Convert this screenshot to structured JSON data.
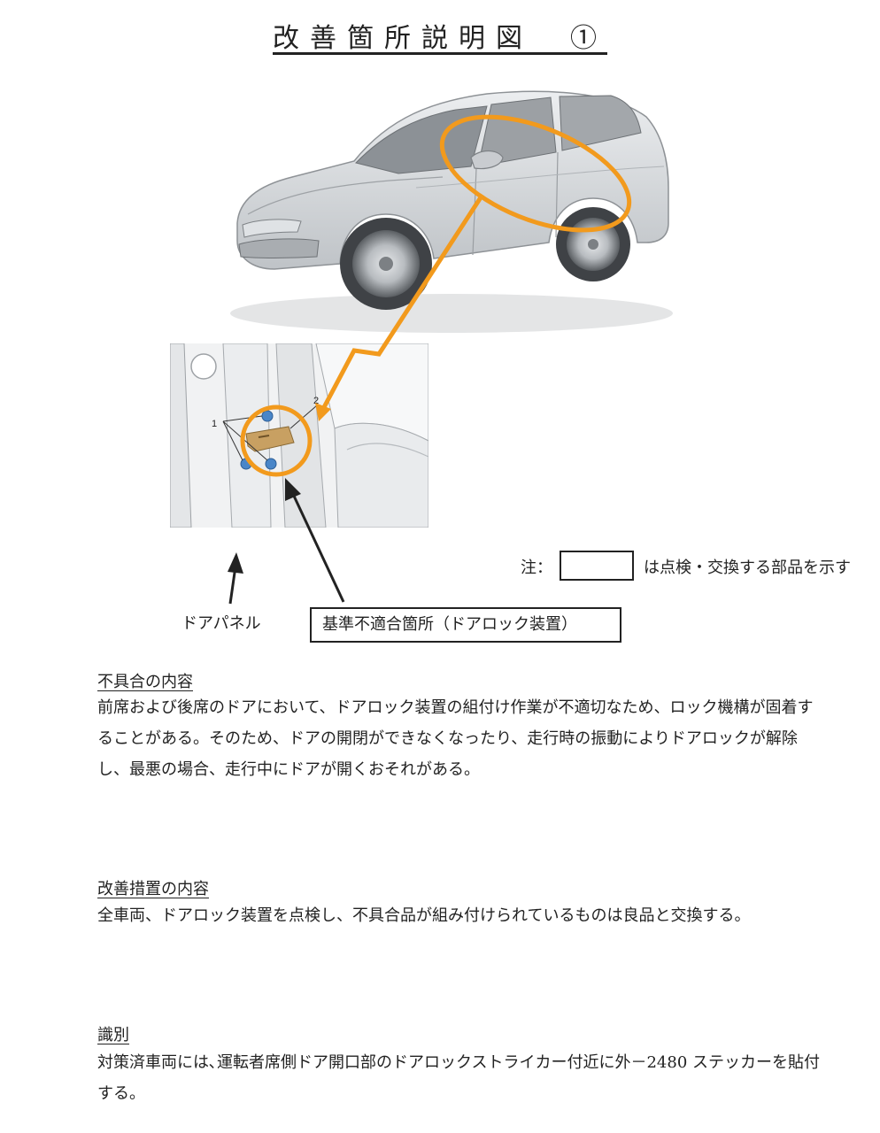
{
  "title": "改善箇所説明図　①",
  "figure": {
    "callout_numbers": [
      "1",
      "2"
    ],
    "door_panel_label": "ドアパネル",
    "defect_label": "基準不適合箇所（ドアロック装置）",
    "note": {
      "prefix": "注：",
      "suffix": "は点検・交換する部品を示す"
    },
    "colors": {
      "highlight": "#f29a1d",
      "body": "#d4d7da",
      "part": "#c8a062",
      "bolt": "#4a86c8"
    }
  },
  "sections": {
    "defect": {
      "heading": "不具合の内容",
      "text": "前席および後席のドアにおいて、ドアロック装置の組付け作業が不適切なため、ロック機構が固着することがある。そのため、ドアの開閉ができなくなったり、走行時の振動によりドアロックが解除し、最悪の場合、走行中にドアが開くおそれがある。"
    },
    "remedy": {
      "heading": "改善措置の内容",
      "text": "全車両、ドアロック装置を点検し、不具合品が組み付けられているものは良品と交換する。"
    },
    "identification": {
      "heading": "識別",
      "text": "対策済車両には､運転者席側ドア開口部のドアロックストライカー付近に外－2480 ステッカーを貼付する。"
    }
  }
}
